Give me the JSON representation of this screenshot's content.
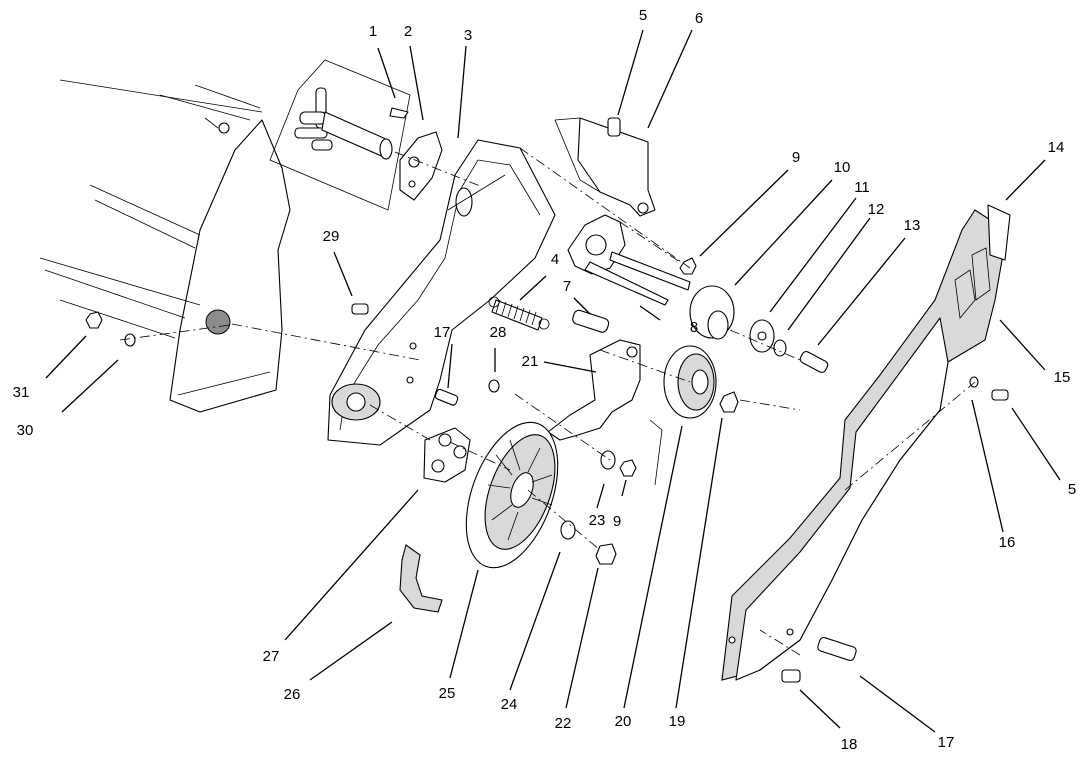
{
  "callouts": [
    {
      "label": "1"
    },
    {
      "label": "2"
    },
    {
      "label": "3"
    },
    {
      "label": "4"
    },
    {
      "label": "5"
    },
    {
      "label": "5"
    },
    {
      "label": "6"
    },
    {
      "label": "7"
    },
    {
      "label": "8"
    },
    {
      "label": "9"
    },
    {
      "label": "9"
    },
    {
      "label": "10"
    },
    {
      "label": "11"
    },
    {
      "label": "12"
    },
    {
      "label": "13"
    },
    {
      "label": "14"
    },
    {
      "label": "15"
    },
    {
      "label": "16"
    },
    {
      "label": "17"
    },
    {
      "label": "17"
    },
    {
      "label": "18"
    },
    {
      "label": "19"
    },
    {
      "label": "20"
    },
    {
      "label": "21"
    },
    {
      "label": "22"
    },
    {
      "label": "23"
    },
    {
      "label": "24"
    },
    {
      "label": "25"
    },
    {
      "label": "26"
    },
    {
      "label": "27"
    },
    {
      "label": "28"
    },
    {
      "label": "29"
    },
    {
      "label": "30"
    },
    {
      "label": "31"
    }
  ]
}
